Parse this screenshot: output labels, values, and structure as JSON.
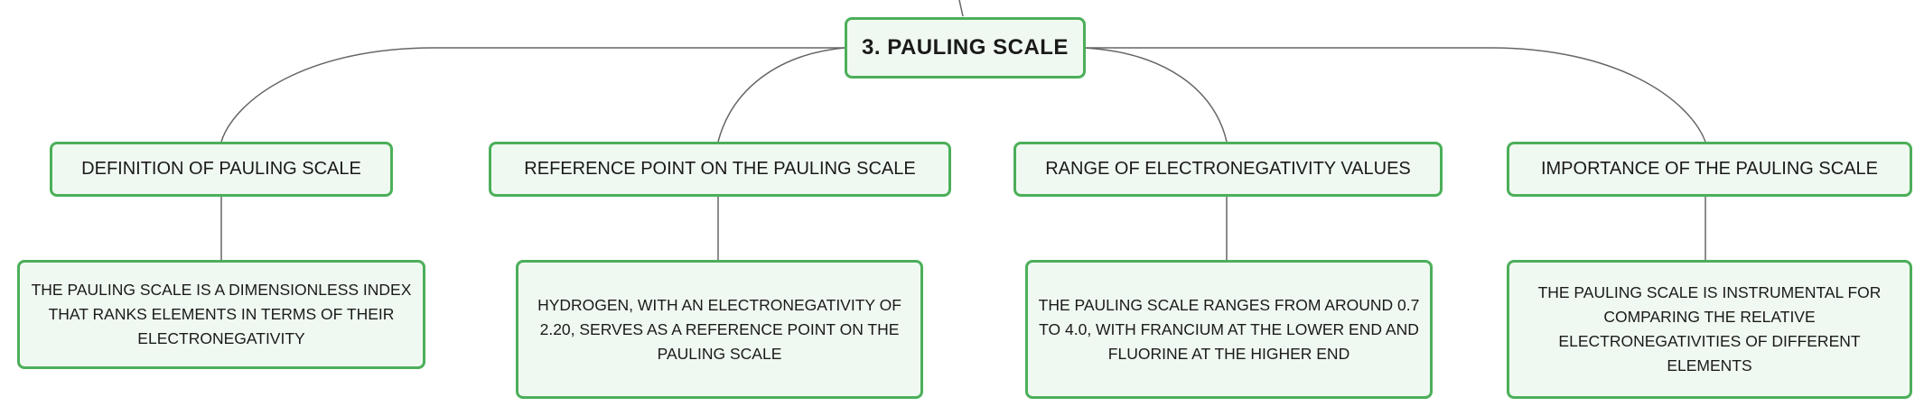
{
  "root": {
    "title": "3. PAULING SCALE"
  },
  "branches": [
    {
      "title": "DEFINITION OF PAULING SCALE",
      "detail": "THE PAULING SCALE IS A DIMENSIONLESS INDEX THAT RANKS ELEMENTS IN TERMS OF THEIR ELECTRONEGATIVITY"
    },
    {
      "title": "REFERENCE POINT ON THE PAULING SCALE",
      "detail": "HYDROGEN, WITH AN ELECTRONEGATIVITY OF 2.20, SERVES AS A REFERENCE POINT ON THE PAULING SCALE"
    },
    {
      "title": "RANGE OF ELECTRONEGATIVITY VALUES",
      "detail": "THE PAULING SCALE RANGES FROM AROUND 0.7 TO 4.0, WITH FRANCIUM AT THE LOWER END AND FLUORINE AT THE HIGHER END"
    },
    {
      "title": "IMPORTANCE OF THE PAULING SCALE",
      "detail": "THE PAULING SCALE IS INSTRUMENTAL FOR COMPARING THE RELATIVE ELECTRONEGATIVITIES OF DIFFERENT ELEMENTS"
    }
  ],
  "colors": {
    "node_border": "#4caf5a",
    "node_fill": "#f0f9f1",
    "connector": "#666666"
  }
}
